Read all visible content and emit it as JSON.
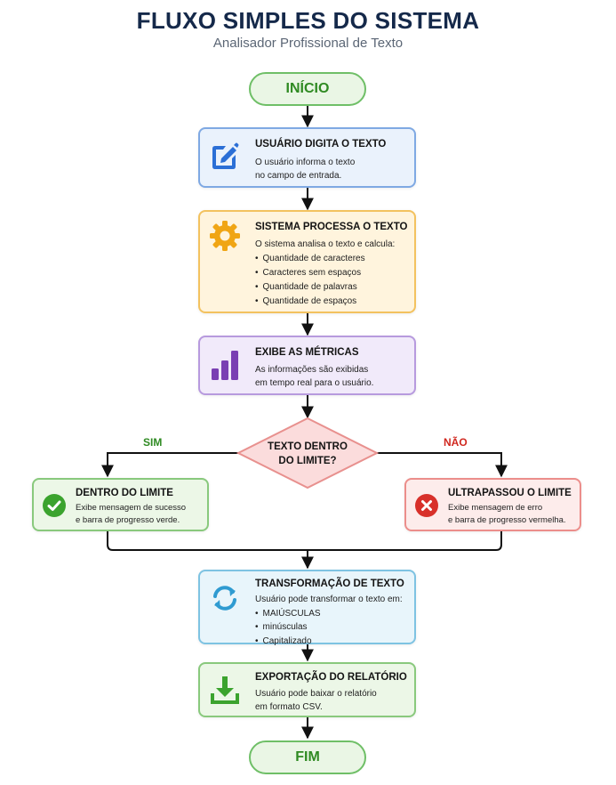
{
  "header": {
    "title": "FLUXO SIMPLES DO SISTEMA",
    "subtitle": "Analisador Profissional de Texto"
  },
  "start": {
    "label": "INÍCIO"
  },
  "end": {
    "label": "FIM"
  },
  "steps": {
    "input": {
      "title": "USUÁRIO DIGITA O TEXTO",
      "lines": [
        "O usuário informa o texto",
        "no campo de entrada."
      ],
      "icon": "edit-icon"
    },
    "process": {
      "title": "SISTEMA PROCESSA O TEXTO",
      "intro": "O sistema analisa o texto e calcula:",
      "bullets": [
        "Quantidade de caracteres",
        "Caracteres sem espaços",
        "Quantidade de palavras",
        "Quantidade de espaços"
      ],
      "icon": "gear-icon"
    },
    "metrics": {
      "title": "EXIBE AS MÉTRICAS",
      "lines": [
        "As informações são exibidas",
        "em tempo real para o usuário."
      ],
      "icon": "bar-chart-icon"
    },
    "decision": {
      "lines": [
        "TEXTO DENTRO",
        "DO LIMITE?"
      ],
      "yes_label": "SIM",
      "no_label": "NÃO"
    },
    "ok": {
      "title": "DENTRO DO LIMITE",
      "lines": [
        "Exibe mensagem de sucesso",
        "e barra de progresso verde."
      ],
      "icon": "check-circle-icon"
    },
    "fail": {
      "title": "ULTRAPASSOU O LIMITE",
      "lines": [
        "Exibe mensagem de erro",
        "e barra de progresso vermelha."
      ],
      "icon": "x-circle-icon"
    },
    "transform": {
      "title": "TRANSFORMAÇÃO DE TEXTO",
      "intro": "Usuário pode transformar o texto em:",
      "bullets": [
        "MAIÚSCULAS",
        "minúsculas",
        "Capitalizado"
      ],
      "icon": "refresh-icon"
    },
    "export": {
      "title": "EXPORTAÇÃO DO RELATÓRIO",
      "lines": [
        "Usuário pode baixar o relatório",
        "em formato CSV."
      ],
      "icon": "download-icon"
    }
  },
  "colors": {
    "yes": "#2f8a22",
    "no": "#d0281f",
    "title": "#15294a"
  }
}
